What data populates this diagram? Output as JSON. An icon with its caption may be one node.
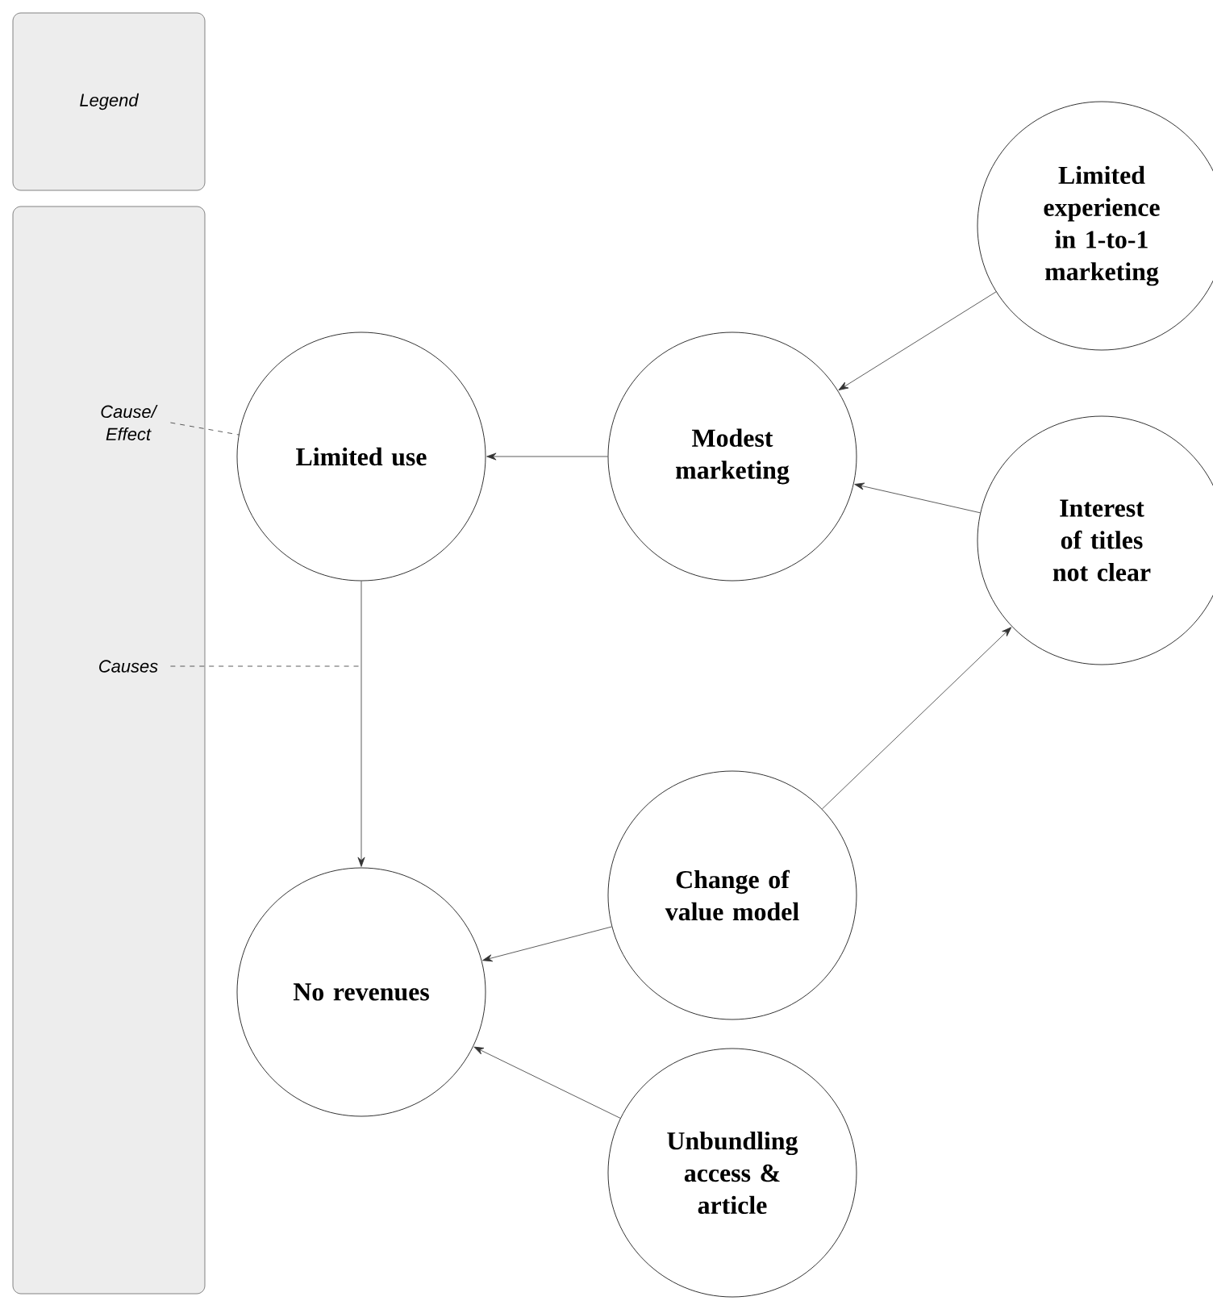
{
  "diagram": {
    "nodes": [
      {
        "text": [
          "Legend"
        ]
      },
      {
        "text": [],
        "shape": "box"
      },
      {
        "text": [
          "Cause/ Effect"
        ],
        "in": 1
      },
      {
        "text": [
          "Causes"
        ],
        "in": 1
      },
      {
        "text": [
          "Limited use"
        ]
      },
      {
        "text": [
          "Modest marketing"
        ]
      },
      {
        "text": [
          "Limited experience in 1-to-1 marketing"
        ]
      },
      {
        "text": [
          "Interest of titles not clear"
        ]
      },
      {
        "text": [
          "Change of value model"
        ]
      },
      {
        "text": [
          "No revenues"
        ]
      },
      {
        "text": [
          "Unbundling access & article"
        ]
      }
    ],
    "edges": [
      {
        "from": 5,
        "to": 4,
        "arrow": "to"
      },
      {
        "from": 6,
        "to": 5,
        "arrow": "to"
      },
      {
        "from": 7,
        "to": 5,
        "arrow": "to"
      },
      {
        "from": 8,
        "to": 7,
        "arrow": "to"
      },
      {
        "from": 8,
        "to": 9,
        "arrow": "to"
      },
      {
        "from": 10,
        "to": 9,
        "arrow": "to"
      },
      {
        "from": 4,
        "to": 9,
        "arrow": "to"
      },
      {
        "from": 2,
        "to": 4,
        "arrow": "none",
        "style": "dashed"
      },
      {
        "from": 3,
        "to": null,
        "arrow": "none",
        "style": "dashed"
      }
    ]
  }
}
